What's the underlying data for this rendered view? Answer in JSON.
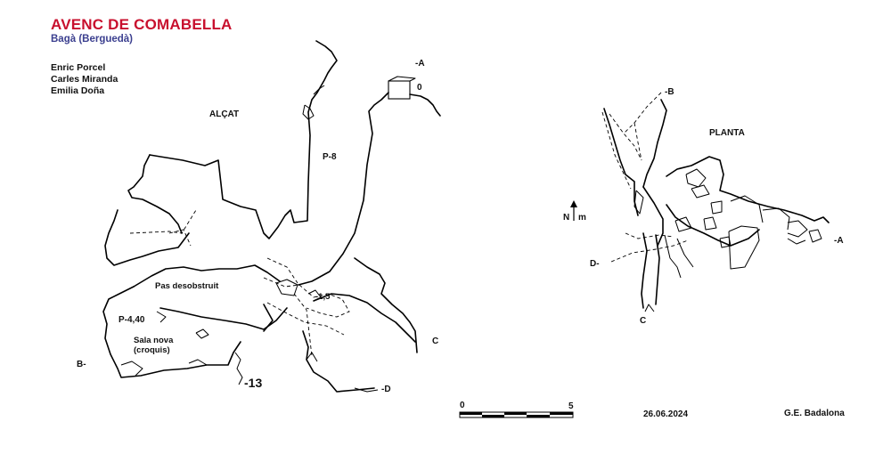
{
  "header": {
    "title": "AVENC DE COMABELLA",
    "subtitle": "Bagà (Berguedà)",
    "title_color": "#c8102e",
    "subtitle_color": "#3b3f8f"
  },
  "authors": [
    "Enric Porcel",
    "Carles Miranda",
    "Emilia Doña"
  ],
  "elevation": {
    "title": "ALÇAT",
    "labels": {
      "entrance_a": "-A",
      "entrance_depth": "0",
      "pit_p8": "P-8",
      "pas": "Pas desobstruit",
      "depth_15": "-1,5",
      "pit_p440": "P-4,40",
      "sala_nova": "Sala nova",
      "croquis": "(croquis)",
      "section_b": "B-",
      "section_c": "C",
      "section_d": "-D",
      "max_depth": "-13"
    }
  },
  "plan": {
    "title": "PLANTA",
    "north": "N",
    "m": "m",
    "labels": {
      "section_b": "-B",
      "section_a": "-A",
      "section_d": "D-",
      "section_c": "C"
    }
  },
  "scale_bar": {
    "start": "0",
    "end": "5"
  },
  "footer": {
    "date": "26.06.2024",
    "club": "G.E. Badalona"
  }
}
